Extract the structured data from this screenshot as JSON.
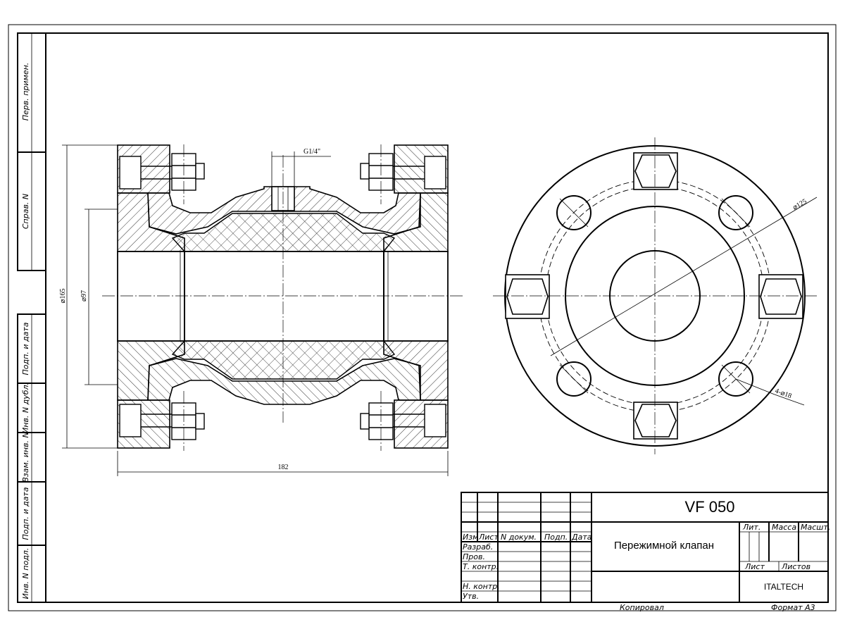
{
  "side_stamp": {
    "perv_primen": "Перв. примен.",
    "sprav_n": "Справ. N",
    "podp_data_1": "Подп. и дата",
    "inv_dubl": "Инв. N дубл.",
    "vzam_inv": "Взам. инв. N",
    "podp_data_2": "Подп. и дата",
    "inv_podl": "Инв. N подл."
  },
  "dimensions": {
    "thread": "G1/4\"",
    "outer_diameter": "⌀165",
    "inner_diameter": "⌀97",
    "length": "182",
    "bolt_circle": "⌀125",
    "holes": "4-⌀18"
  },
  "title_block": {
    "designation": "VF 050",
    "name": "Пережимной клапан",
    "organization": "ITALTECH",
    "headers": {
      "izm": "Изм",
      "list": "Лист",
      "n_dokum": "N докум.",
      "podp": "Подп.",
      "data": "Дата"
    },
    "rows": {
      "razrab": "Разраб.",
      "prov": "Пров.",
      "t_kontr": "Т. контр.",
      "n_kontr": "Н. контр.",
      "utv": "Утв."
    },
    "lit": "Лит.",
    "massa": "Масса",
    "masshtab": "Масшт.",
    "list": "Лист",
    "listov": "Листов"
  },
  "footer": {
    "copied": "Копировал",
    "format": "Формат А3"
  }
}
